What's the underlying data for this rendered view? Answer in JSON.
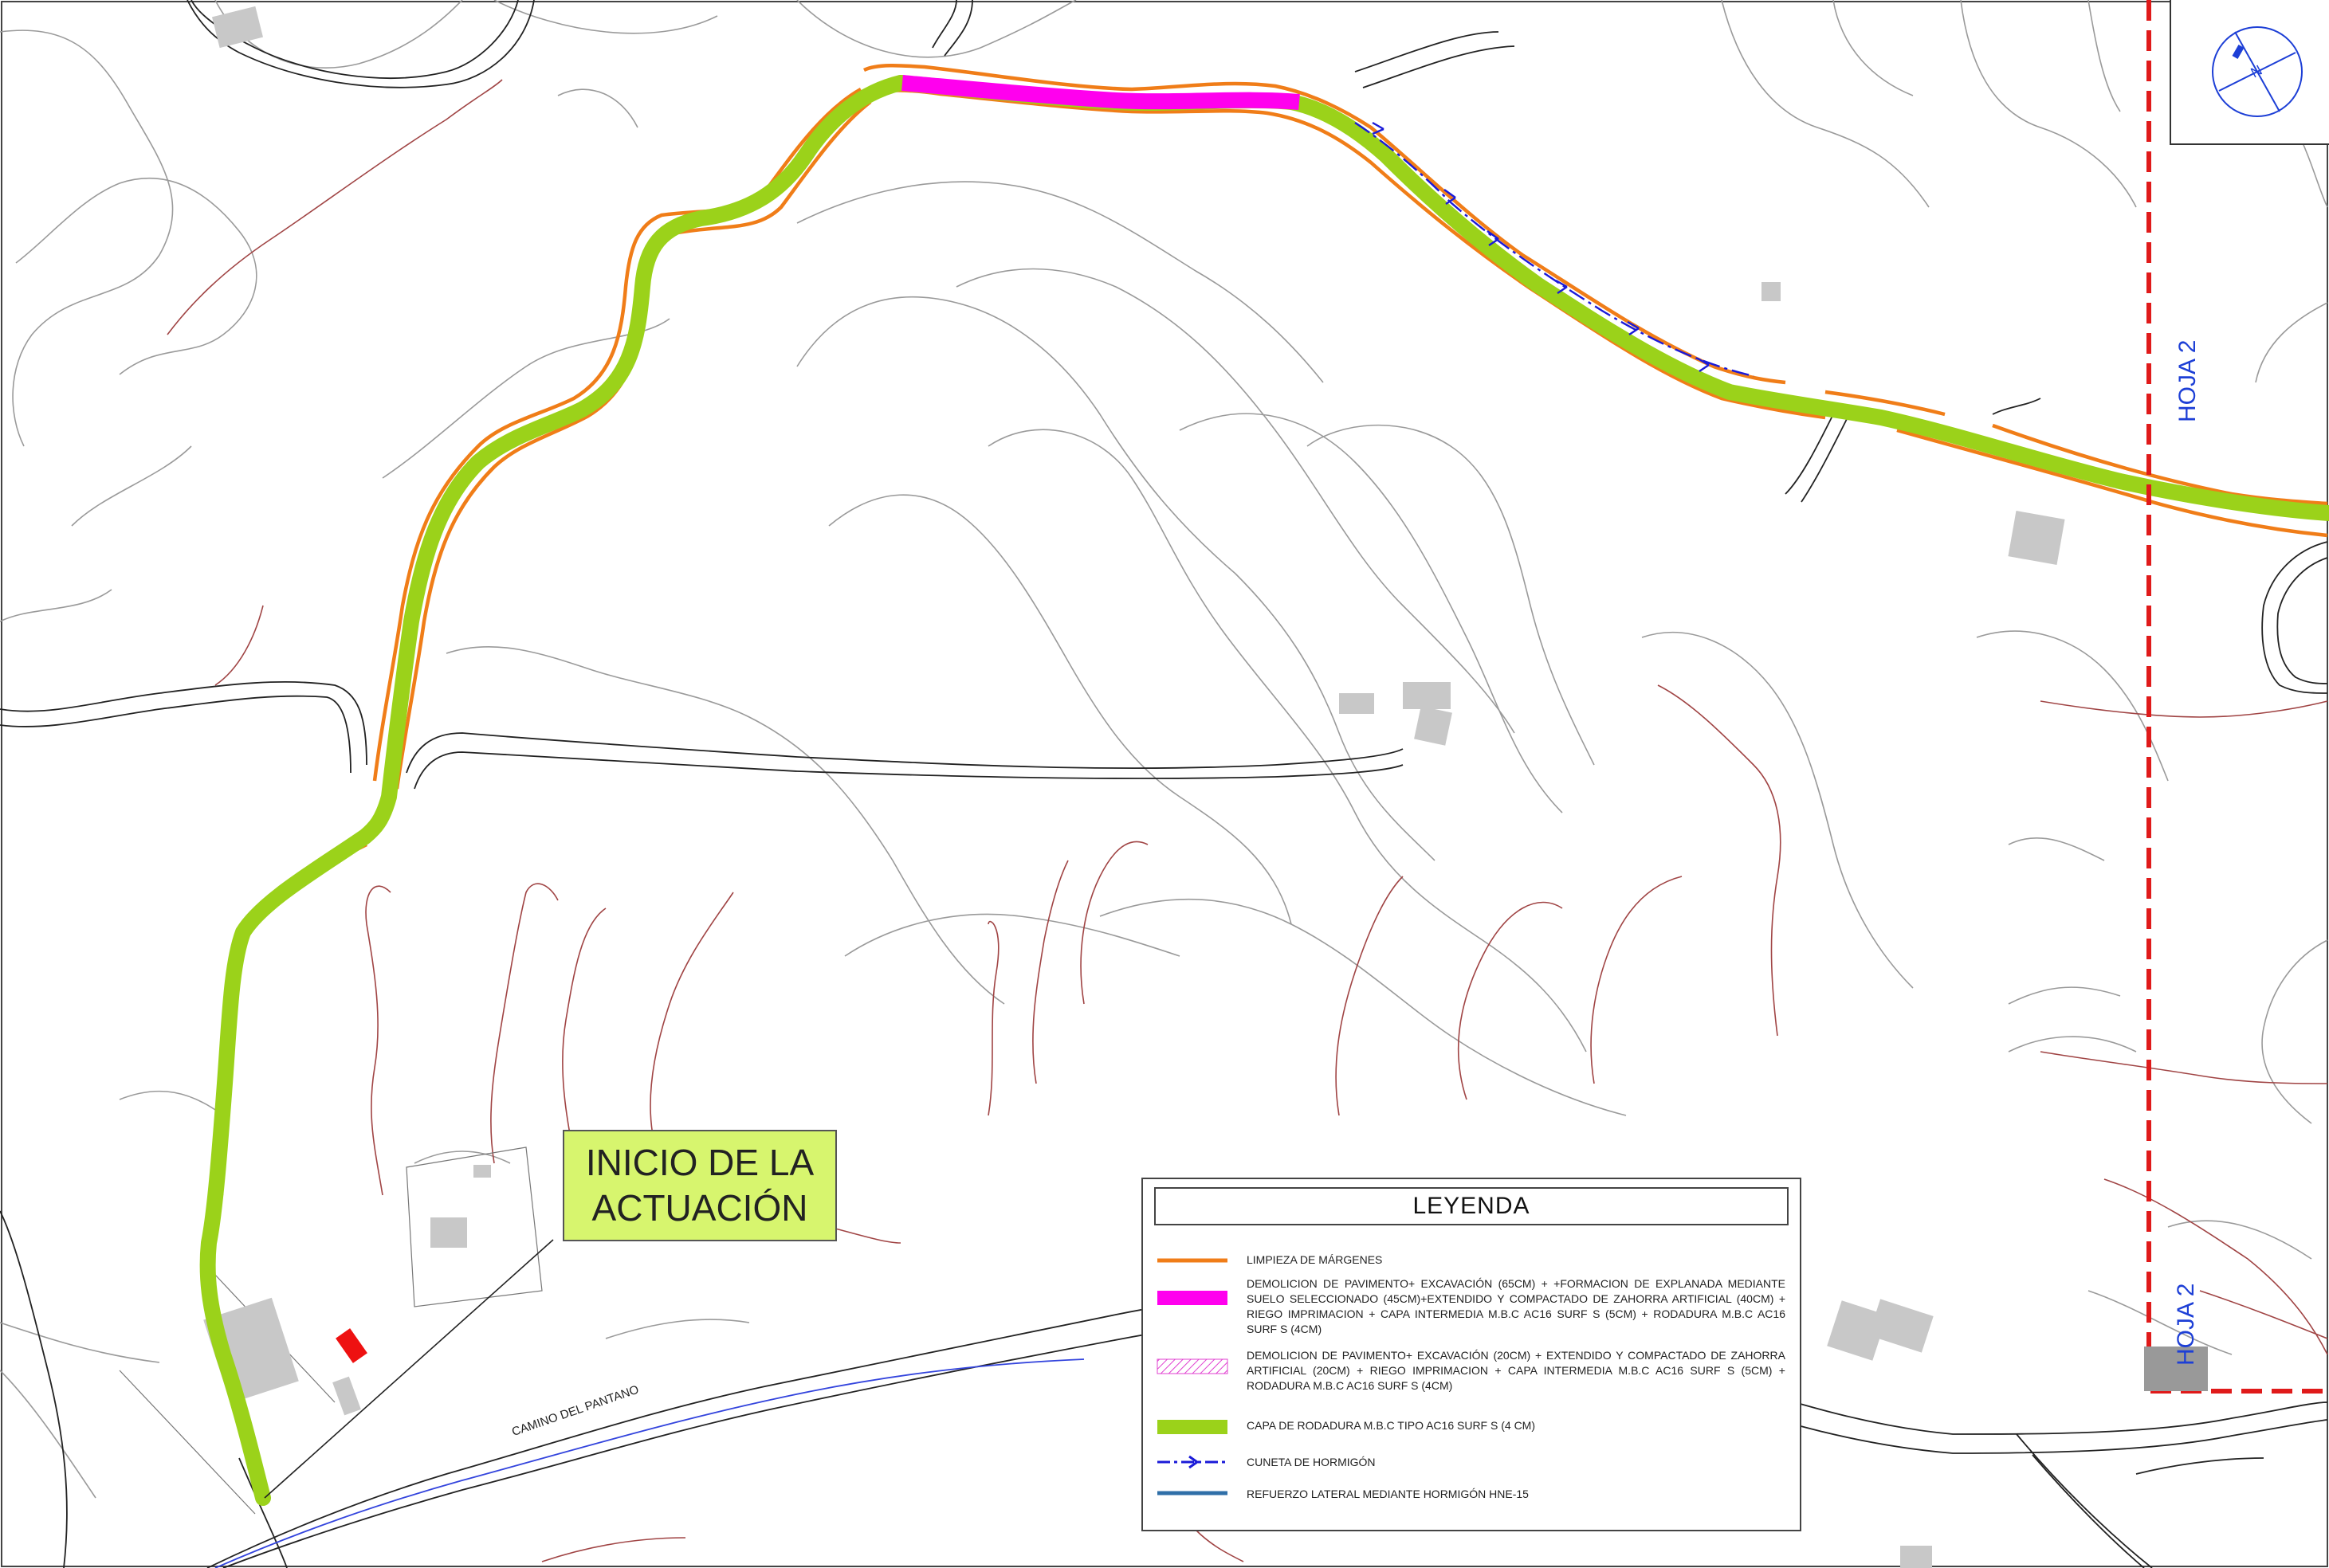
{
  "map": {
    "start_label": [
      "INICIO DE LA",
      "ACTUACIÓN"
    ],
    "sheet_label": "HOJA 2",
    "road_name": "CAMINO DEL PANTANO",
    "north_label": "N",
    "colors": {
      "route": "#9bd21a",
      "margins": "#f07d18",
      "demolition": "#ff00ee",
      "drain": "#1a1ad8",
      "contour": "#9a9a9a",
      "contour_red": "#a04444",
      "road": "#222222",
      "building": "#c8c8c8",
      "sheet_line": "#e01a1a"
    }
  },
  "legend": {
    "title": "LEYENDA",
    "items": [
      {
        "symbol": "orange-line-icon",
        "text": "LIMPIEZA DE MÁRGENES"
      },
      {
        "symbol": "magenta-bar-icon",
        "text": "DEMOLICION DE PAVIMENTO+ EXCAVACIÓN (65CM) + +FORMACION DE EXPLANADA MEDIANTE SUELO SELECCIONADO (45CM)+EXTENDIDO Y COMPACTADO DE ZAHORRA ARTIFICIAL (40CM) + RIEGO IMPRIMACION + CAPA INTERMEDIA M.B.C AC16 SURF S (5CM) + RODADURA M.B.C AC16 SURF S (4CM)"
      },
      {
        "symbol": "hatched-pink-icon",
        "text": "DEMOLICION DE PAVIMENTO+ EXCAVACIÓN (20CM) + EXTENDIDO Y COMPACTADO DE ZAHORRA ARTIFICIAL (20CM) + RIEGO IMPRIMACION + CAPA INTERMEDIA M.B.C AC16 SURF S (5CM) + RODADURA M.B.C AC16 SURF S (4CM)"
      },
      {
        "symbol": "green-bar-icon",
        "text": "CAPA DE RODADURA M.B.C TIPO AC16 SURF S (4 CM)"
      },
      {
        "symbol": "blue-dashed-arrow-icon",
        "text": "CUNETA DE HORMIGÓN"
      },
      {
        "symbol": "steel-blue-line-icon",
        "text": "REFUERZO LATERAL MEDIANTE HORMIGÓN HNE-15"
      }
    ]
  }
}
